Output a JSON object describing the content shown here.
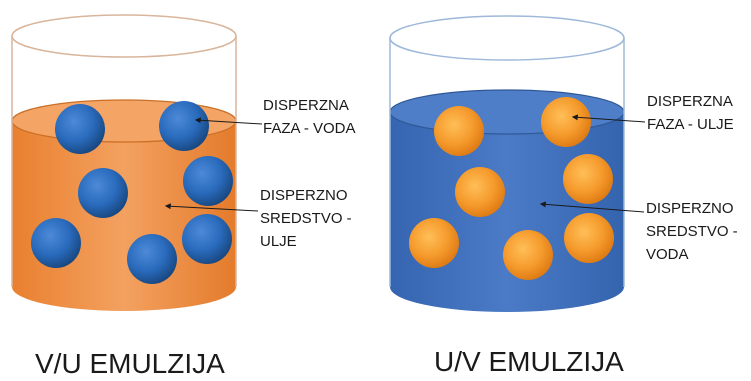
{
  "panels": [
    {
      "title": "V/U EMULZIJA",
      "phase_label": [
        "DISPERZNA",
        "FAZA - VODA"
      ],
      "medium_label": [
        "DISPERZNO",
        "SREDSTVO -",
        "ULJE"
      ],
      "colors": {
        "liquid": "#f08e3e",
        "liquid_top": "#f2a060",
        "liquid_side": "#e37e2c",
        "droplet": "#2a6bbd",
        "droplet_dark": "#19497f",
        "glass": "#e7b9a0"
      }
    },
    {
      "title": "U/V EMULZIJA",
      "phase_label": [
        "DISPERZNA",
        "FAZA - ULJE"
      ],
      "medium_label": [
        "DISPERZNO",
        "SREDSTVO -",
        "VODA"
      ],
      "colors": {
        "liquid": "#3f71bf",
        "liquid_top": "#4f80c9",
        "liquid_side": "#335fa6",
        "droplet": "#f59a2c",
        "droplet_dark": "#c96a0d",
        "glass": "#a9c3e2"
      }
    }
  ]
}
